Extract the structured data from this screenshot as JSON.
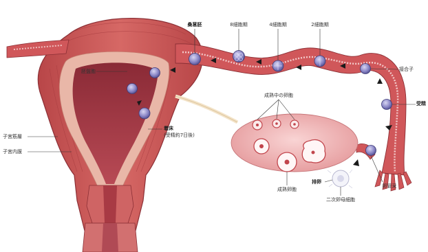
{
  "labels": {
    "morula": "桑葚胚",
    "eight_cell": "8細胞期",
    "four_cell": "4細胞期",
    "two_cell": "2細胞期",
    "zygote": "接合子",
    "fertilization": "受精",
    "blastocyst": "胚盤胞",
    "implantation": "着床",
    "implantation_note": "(受精約7日後)",
    "uterine_muscle": "子宮筋層",
    "endometrium": "子宮内膜",
    "maturing_follicles": "成熟中の卵胞",
    "mature_follicle": "成熟卵胞",
    "ovulation": "排卵",
    "secondary_oocyte": "二次卵母細胞",
    "fimbria": "卵管采"
  },
  "colors": {
    "uterus_muscle": "#c4504f",
    "uterus_dark": "#8b2f35",
    "cavity": "#a13440",
    "tube": "#d0575a",
    "ovary": "#f1b7b8",
    "embryo": "#7b77b8",
    "arrow": "#1a1a1a"
  }
}
